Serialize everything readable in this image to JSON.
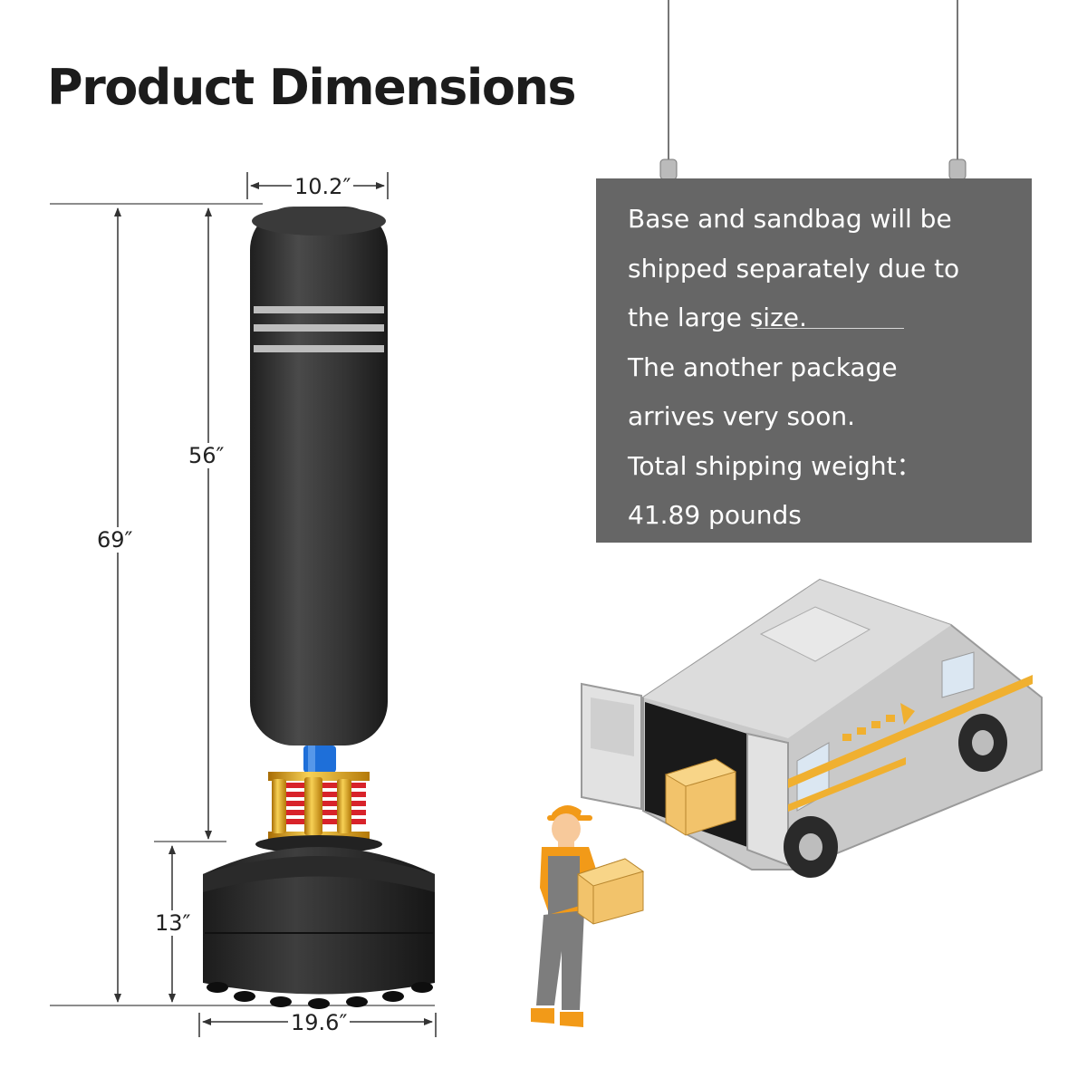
{
  "title": "Product Dimensions",
  "dimensions": {
    "width_top": "10.2″",
    "height_total": "69″",
    "height_bag": "56″",
    "height_base": "13″",
    "width_base": "19.6″"
  },
  "info_box": {
    "lines": [
      "Base and sandbag will be",
      "shipped separately due to",
      "the large size.",
      "The another package",
      "arrives very soon.",
      "Total shipping weight：",
      "41.89 pounds"
    ],
    "background": "#666666",
    "text_color": "#ffffff"
  },
  "colors": {
    "bag": "#2e2e2e",
    "stripe": "#b9b9b9",
    "spring_coil": "#d8232a",
    "spring_gold": "#e9a81c",
    "connector_blue": "#1e6fd9",
    "van_body": "#c9c9c9",
    "van_stripe": "#f0b030",
    "box": "#f2c36b",
    "worker_cap": "#f29a18",
    "worker_overalls": "#7d7d7d"
  },
  "icons": [
    "punching-bag-icon",
    "delivery-van-icon",
    "worker-icon",
    "cardboard-box-icon",
    "arrow-right-icon"
  ]
}
